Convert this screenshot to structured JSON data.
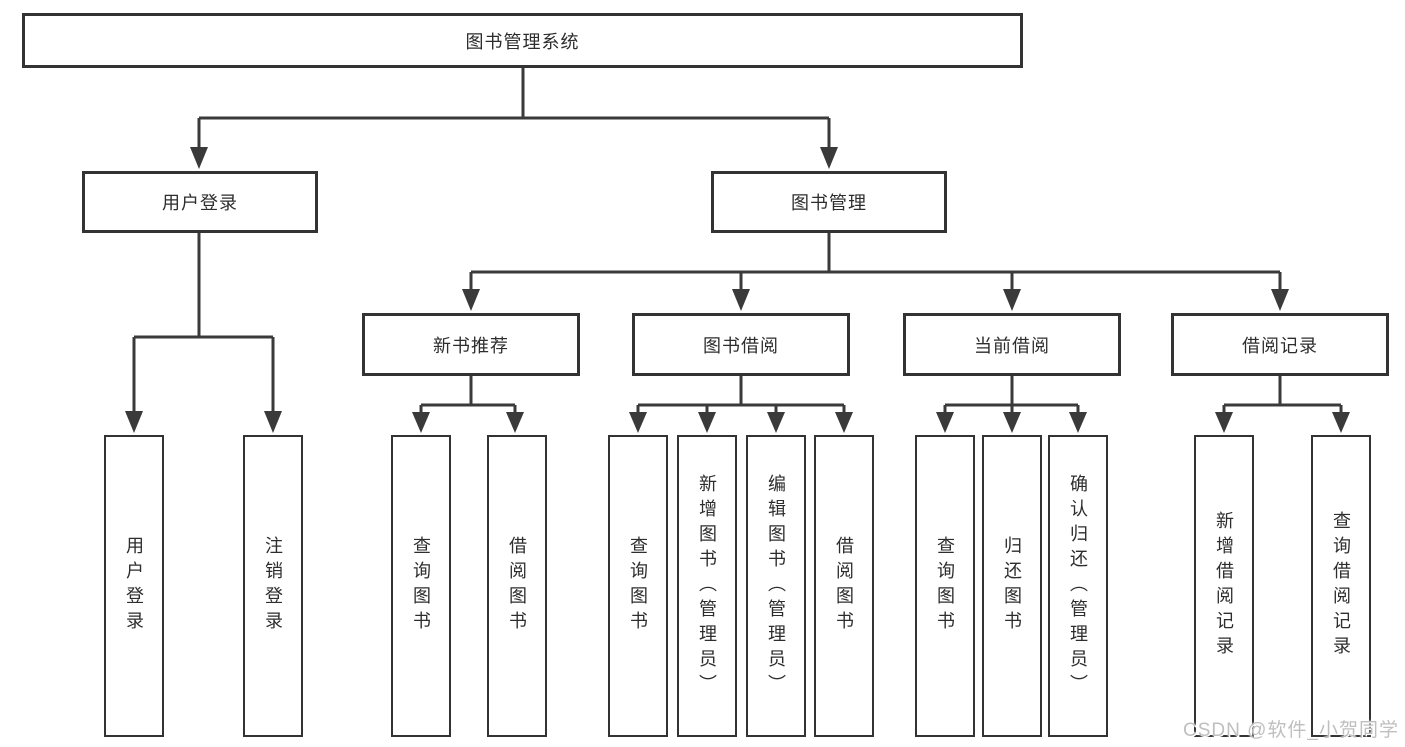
{
  "tree": {
    "root": "图书管理系统",
    "branches": [
      {
        "label": "用户登录",
        "children": [
          "用户登录",
          "注销登录"
        ]
      },
      {
        "label": "图书管理",
        "children": [
          {
            "label": "新书推荐",
            "children": [
              "查询图书",
              "借阅图书"
            ]
          },
          {
            "label": "图书借阅",
            "children": [
              "查询图书",
              "新增图书（管理员）",
              "编辑图书（管理员）",
              "借阅图书"
            ]
          },
          {
            "label": "当前借阅",
            "children": [
              "查询图书",
              "归还图书",
              "确认归还（管理员）"
            ]
          },
          {
            "label": "借阅记录",
            "children": [
              "新增借阅记录",
              "查询借阅记录"
            ]
          }
        ]
      }
    ]
  },
  "watermark": {
    "text": "CSDN @软件_小贺同学"
  },
  "colors": {
    "line": "#3a3a3a",
    "box_border": "#333333",
    "text": "#2d2d2d",
    "background": "#ffffff",
    "watermark": "#bfbfbf"
  }
}
